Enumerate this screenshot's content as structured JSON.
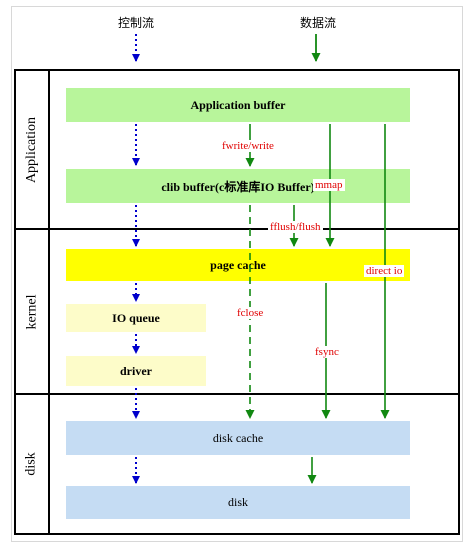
{
  "legend": {
    "control_flow": "控制流",
    "data_flow": "数据流"
  },
  "sections": {
    "application": "Application",
    "kernel": "kernel",
    "disk": "disk"
  },
  "boxes": {
    "application_buffer": "Application buffer",
    "clib_buffer": "clib buffer(c标准库IO Buffer)",
    "page_cache": "page cache",
    "io_queue": "IO queue",
    "driver": "driver",
    "disk_cache": "disk cache",
    "disk": "disk"
  },
  "calls": {
    "fwrite": "fwrite/write",
    "mmap": "mmap",
    "fflush": "fflush/flush",
    "direct_io": "direct io",
    "fclose": "fclose",
    "fsync": "fsync"
  },
  "colors": {
    "control_arrow": "#0000cc",
    "data_arrow": "#118811",
    "call_label": "#e00000",
    "green_box": "#b8f59b",
    "yellow_box": "#ffff00",
    "pale_box": "#fdfcc9",
    "blue_box": "#c5dcf3"
  }
}
